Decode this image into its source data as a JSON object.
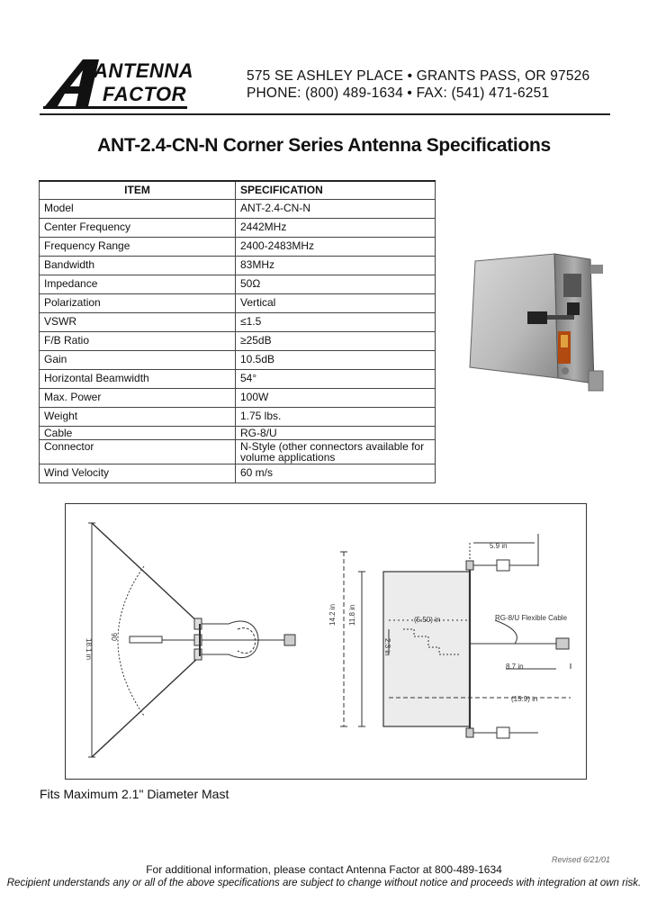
{
  "logo": {
    "line1": "ANTENNA",
    "line2": "FACTOR"
  },
  "header": {
    "address": "575 SE ASHLEY PLACE • GRANTS PASS, OR 97526",
    "phone": "PHONE: (800) 489-1634 • FAX: (541) 471-6251"
  },
  "title": "ANT-2.4-CN-N Corner Series Antenna Specifications",
  "table": {
    "headers": [
      "ITEM",
      "SPECIFICATION"
    ],
    "rows": [
      [
        "Model",
        "ANT-2.4-CN-N"
      ],
      [
        "Center Frequency",
        "2442MHz"
      ],
      [
        "Frequency Range",
        "2400-2483MHz"
      ],
      [
        "Bandwidth",
        "83MHz"
      ],
      [
        "Impedance",
        "50Ω"
      ],
      [
        "Polarization",
        "Vertical"
      ],
      [
        "VSWR",
        "≤1.5"
      ],
      [
        "F/B Ratio",
        "≥25dB"
      ],
      [
        "Gain",
        "10.5dB"
      ],
      [
        "Horizontal Beamwidth",
        "54°"
      ],
      [
        "Max. Power",
        "100W"
      ],
      [
        "Weight",
        "1.75 lbs."
      ],
      [
        "Cable",
        "RG-8/U"
      ],
      [
        "Connector",
        "N-Style (other connectors available for volume applications"
      ],
      [
        "Wind Velocity",
        "60 m/s"
      ]
    ]
  },
  "drawing": {
    "dim_left_height": "18.1 in",
    "dim_angle": "90",
    "dim_top": "5.9 in",
    "dim_inner": "(5.50) in",
    "cable_label": "RG-8/U Flexible Cable",
    "dim_side_small": "2.3 in",
    "dim_cable_len": "8.7 in",
    "dim_height_outer": "14.2 in",
    "dim_height_inner": "11.8 in",
    "dim_width": "(15.9) in"
  },
  "mast_note": "Fits Maximum 2.1\"  Diameter Mast",
  "revised": "Revised 6/21/01",
  "contact": "For additional information, please contact Antenna Factor at 800-489-1634",
  "disclaimer": "Recipient understands any or all of the above specifications are subject to change without notice and proceeds with integration at own risk."
}
